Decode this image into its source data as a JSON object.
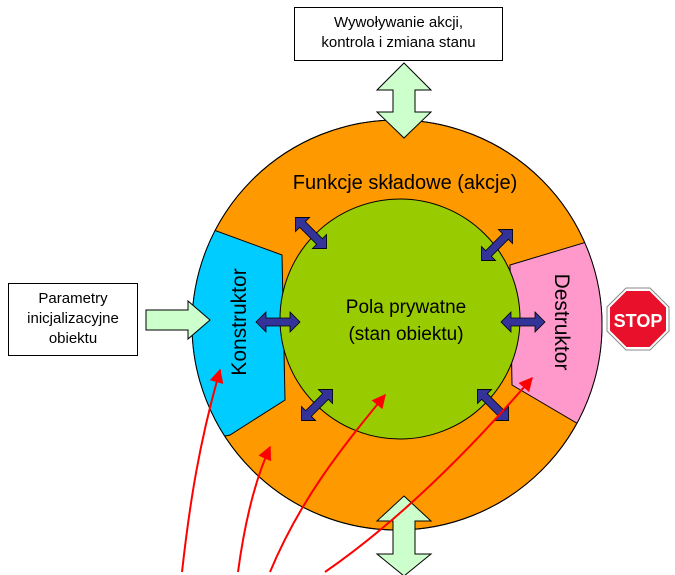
{
  "diagram": {
    "top_box": {
      "line1": "Wywoływanie akcji,",
      "line2": "kontrola i zmiana stanu"
    },
    "left_box": {
      "line1": "Parametry",
      "line2": "inicjalizacyjne",
      "line3": "obiektu"
    },
    "outer_ring_label": "Funkcje składowe (akcje)",
    "constructor_label": "Konstruktor",
    "destructor_label": "Destruktor",
    "center_label": {
      "line1": "Pola prywatne",
      "line2": "(stan obiektu)"
    },
    "stop_sign": {
      "text": "STOP"
    }
  },
  "colors": {
    "ring": "#FF9900",
    "constructor": "#00CCFF",
    "destructor": "#FF99CC",
    "center": "#99CC00",
    "big_arrow": "#CCFFCC",
    "small_arrow": "#333399",
    "red_arrow": "#FF0000",
    "stop": "#E8102A"
  }
}
